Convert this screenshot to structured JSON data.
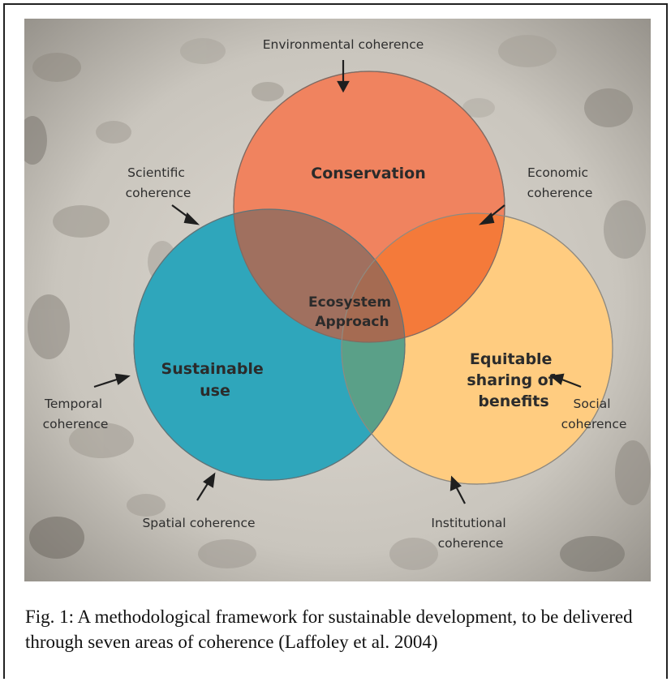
{
  "diagram": {
    "circles": {
      "conservation": "Conservation",
      "sustainable_use": [
        "Sustainable",
        "use"
      ],
      "equitable": [
        "Equitable",
        "sharing of",
        "benefits"
      ],
      "center": [
        "Ecosystem",
        "Approach"
      ]
    },
    "coherence_labels": {
      "environmental": [
        "Environmental coherence"
      ],
      "scientific": [
        "Scientific",
        "coherence"
      ],
      "economic": [
        "Economic",
        "coherence"
      ],
      "temporal": [
        "Temporal",
        "coherence"
      ],
      "social": [
        "Social",
        "coherence"
      ],
      "spatial": [
        "Spatial coherence"
      ],
      "institutional": [
        "Institutional",
        "coherence"
      ]
    },
    "colors": {
      "conservation": "#f0835f",
      "sustainable_use": "#2fa6bb",
      "equitable": "#ffcc80",
      "overlap_cons_use": "#a0705f",
      "overlap_cons_eq": "#f47a3a",
      "overlap_use_eq": "#5aa088",
      "center": "#a56b52"
    }
  },
  "caption": {
    "text": "Fig. 1: A methodological framework for sustainable development, to be delivered through seven areas of coherence (Laffoley et al. 2004)"
  }
}
